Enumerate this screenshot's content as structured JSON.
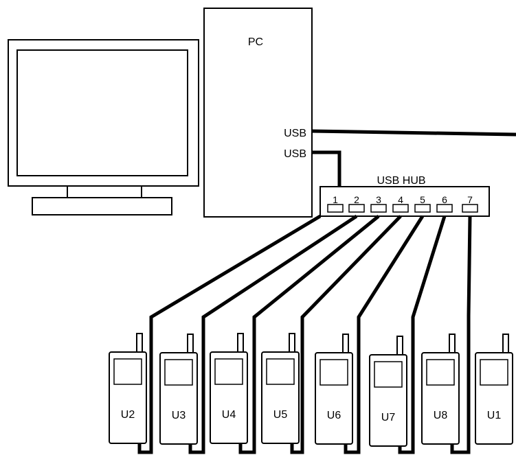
{
  "pc": {
    "label": "PC",
    "usb_port_1": "USB",
    "usb_port_2": "USB"
  },
  "hub": {
    "label": "USB HUB",
    "ports": [
      "1",
      "2",
      "3",
      "4",
      "5",
      "6",
      "7"
    ]
  },
  "phones": [
    "U2",
    "U3",
    "U4",
    "U5",
    "U6",
    "U7",
    "U8",
    "U1"
  ]
}
